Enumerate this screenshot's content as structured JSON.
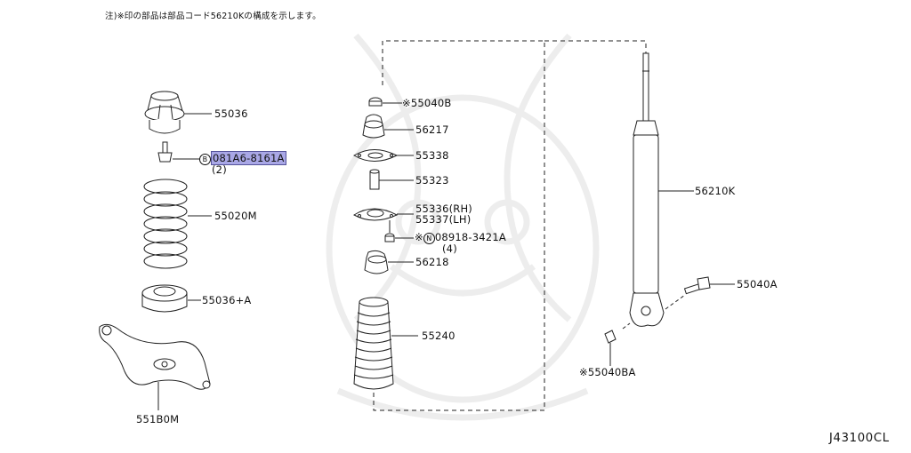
{
  "note": "注)※印の部品は部品コード56210Kの構成を示します。",
  "diagram_ref": "J43100CL",
  "parts": {
    "p55036": "55036",
    "bolt_code": "081A6-8161A",
    "bolt_circle": "B",
    "bolt_qty": "(2)",
    "p55020M": "55020M",
    "p55036A": "55036+A",
    "p551B0M": "551B0M",
    "p55040B": "55040B",
    "p56217": "56217",
    "p55338": "55338",
    "p55323": "55323",
    "p55336": "55336(RH)",
    "p55337": "55337(LH)",
    "nut_code": "08918-3421A",
    "nut_circle": "N",
    "nut_qty": "(4)",
    "p56218": "56218",
    "p55240": "55240",
    "p56210K": "56210K",
    "p55040A": "55040A",
    "p55040BA": "55040BA",
    "asterisk": "※"
  }
}
